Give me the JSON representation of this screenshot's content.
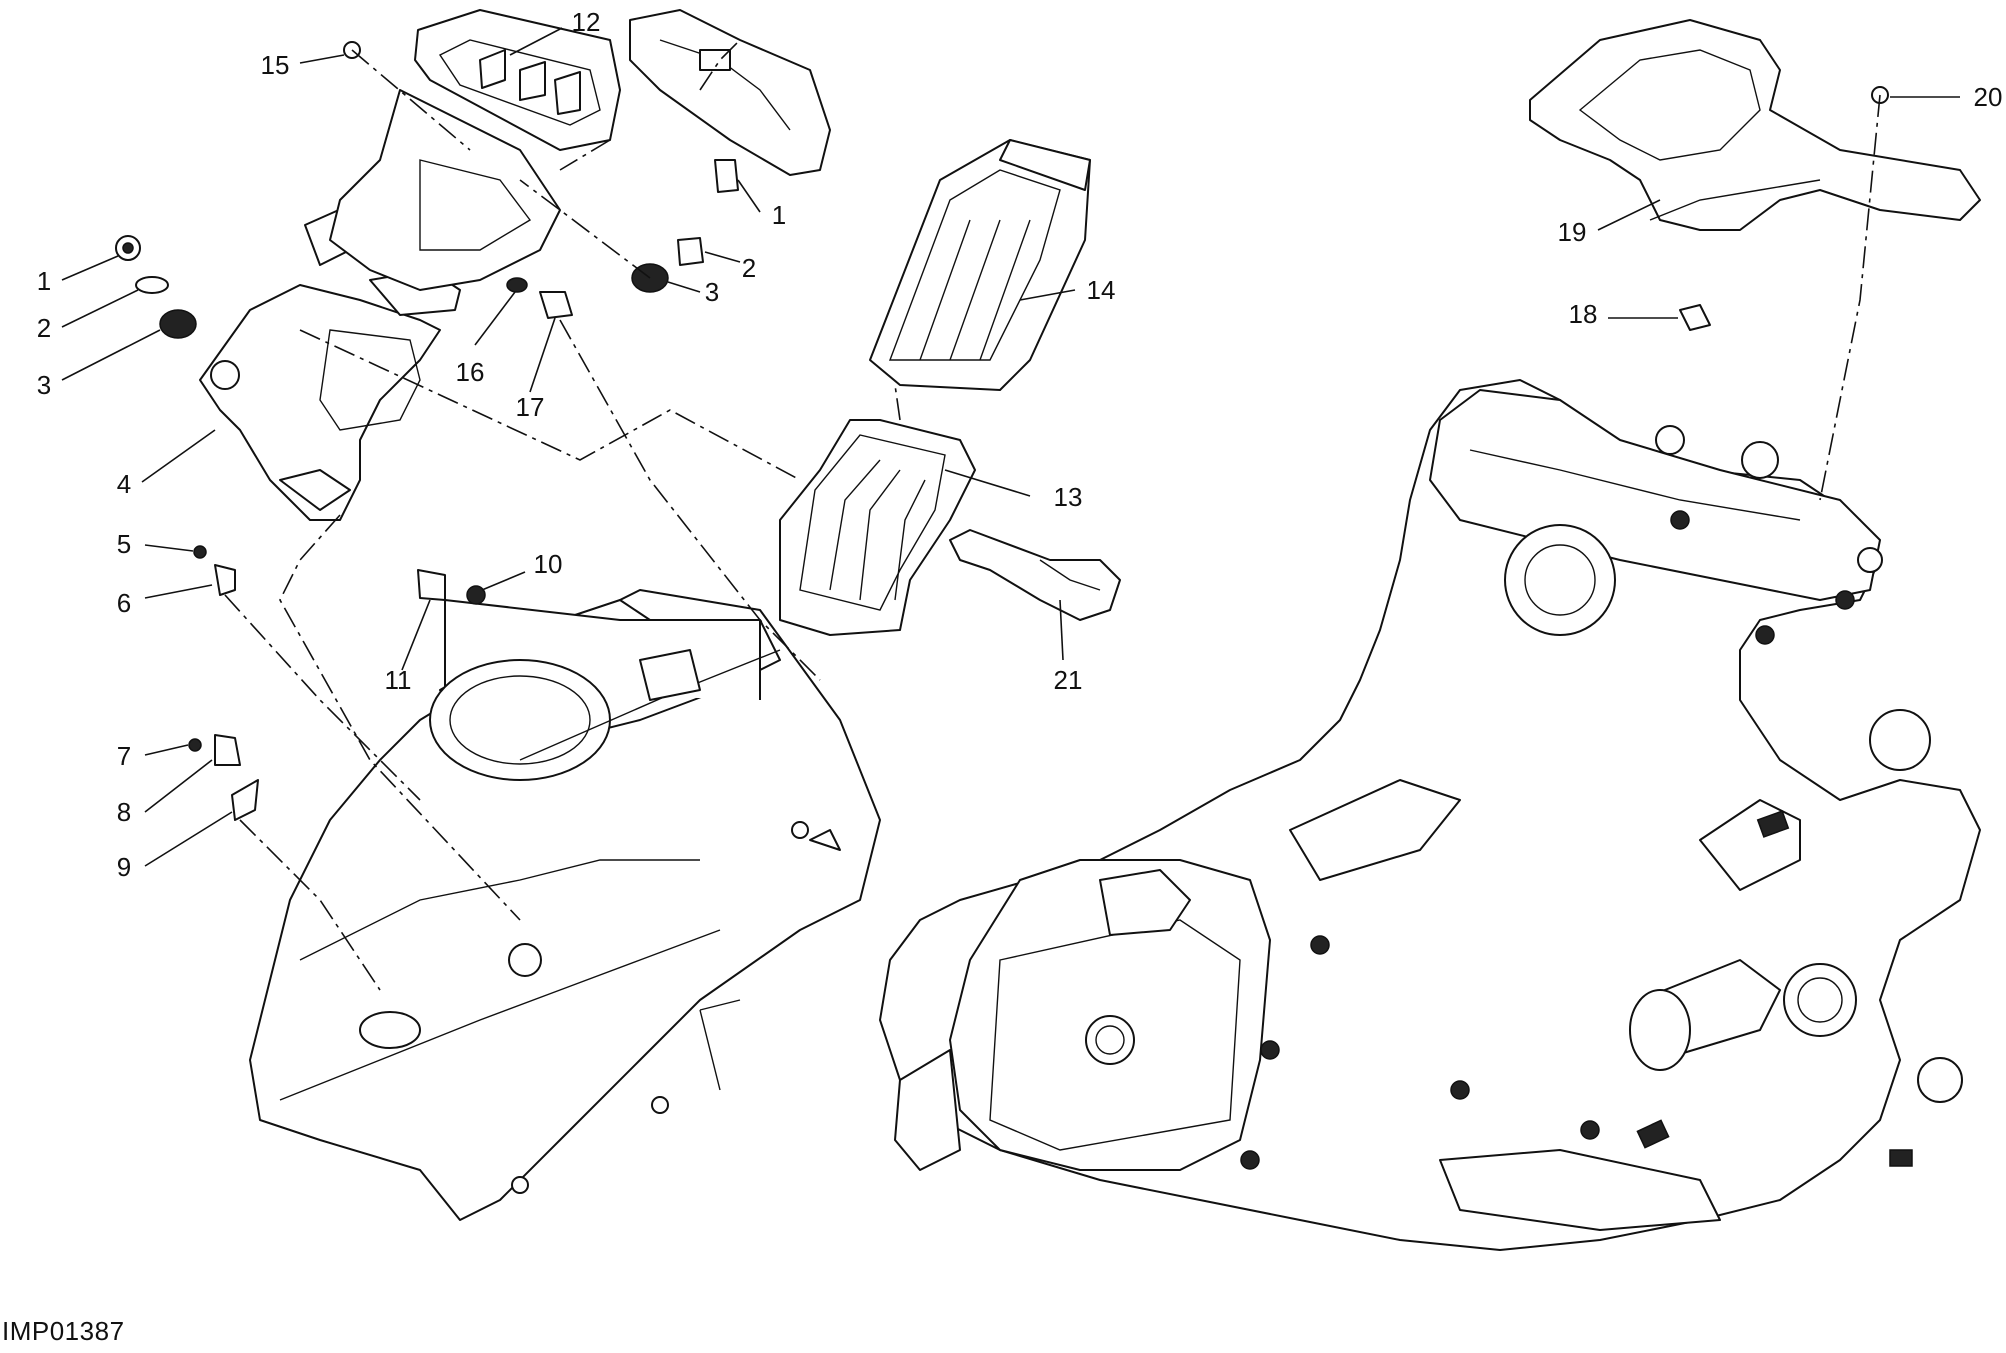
{
  "figure_code": "IMP01387",
  "callouts": [
    {
      "id": "c1a",
      "text": "1"
    },
    {
      "id": "c2a",
      "text": "2"
    },
    {
      "id": "c3a",
      "text": "3"
    },
    {
      "id": "c4",
      "text": "4"
    },
    {
      "id": "c5",
      "text": "5"
    },
    {
      "id": "c6",
      "text": "6"
    },
    {
      "id": "c7",
      "text": "7"
    },
    {
      "id": "c8",
      "text": "8"
    },
    {
      "id": "c9",
      "text": "9"
    },
    {
      "id": "c10",
      "text": "10"
    },
    {
      "id": "c11",
      "text": "11"
    },
    {
      "id": "c12",
      "text": "12"
    },
    {
      "id": "c13",
      "text": "13"
    },
    {
      "id": "c14",
      "text": "14"
    },
    {
      "id": "c15",
      "text": "15"
    },
    {
      "id": "c16",
      "text": "16"
    },
    {
      "id": "c17",
      "text": "17"
    },
    {
      "id": "c1b",
      "text": "1"
    },
    {
      "id": "c2b",
      "text": "2"
    },
    {
      "id": "c3b",
      "text": "3"
    },
    {
      "id": "c18",
      "text": "18"
    },
    {
      "id": "c19",
      "text": "19"
    },
    {
      "id": "c20",
      "text": "20"
    },
    {
      "id": "c21",
      "text": "21"
    }
  ]
}
